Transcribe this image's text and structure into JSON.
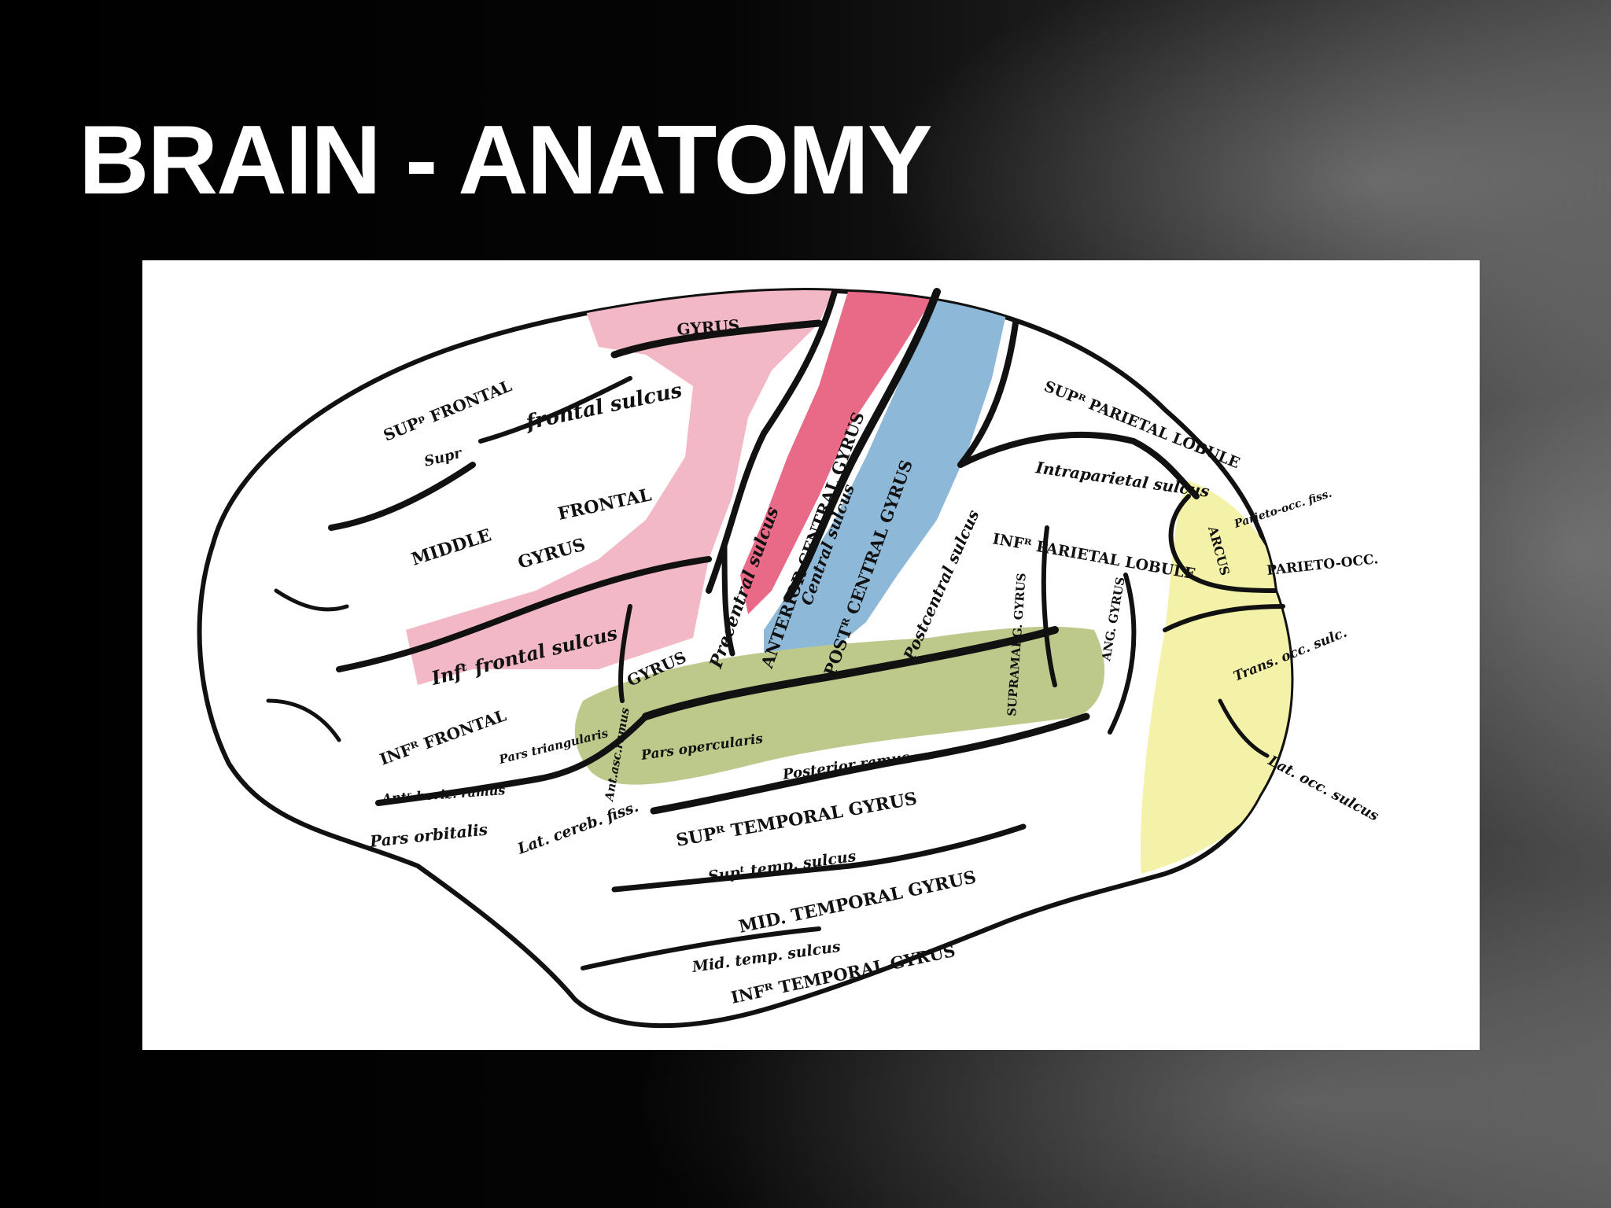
{
  "slide": {
    "title": "BRAIN - ANATOMY"
  },
  "colors": {
    "background": "#000000",
    "title": "#ffffff",
    "frontal_pink": "#f2b8c6",
    "precentral_red": "#e86a86",
    "postcentral_blue": "#8db8d8",
    "temporal_green": "#bcc98a",
    "occipital_yellow": "#f3f2a8"
  },
  "diagram": {
    "labels": {
      "gyrus_top": "GYRUS",
      "sup_frontal": "SUPᵖ FRONTAL",
      "sup_frontal_sulcus": "frontal sulcus",
      "supr": "Supr",
      "middle": "MIDDLE",
      "frontal": "FRONTAL",
      "gyrus_mid": "GYRUS",
      "inf_frontal_sulcus": "Infᵗ frontal sulcus",
      "inf_frontal": "INFᴿ FRONTAL",
      "gyrus_inf": "GYRUS",
      "pars_triangularis": "Pars triangularis",
      "pars_opercularis": "Pars opercularis",
      "ant_asc_ramus": "Ant.asc.ramus",
      "ant_horiz_ramus": "Antʳ horiz. ramus",
      "pars_orbitalis": "Pars orbitalis",
      "precentral_sulcus": "Precentral sulcus",
      "anterior_central_gyrus": "ANTERIOR CENTRAL GYRUS",
      "central_sulcus": "Central sulcus",
      "post_central_gyrus": "POSTᴿ CENTRAL GYRUS",
      "postcentral_sulcus": "Postcentral sulcus",
      "sup_parietal_lobule": "SUPᴿ PARIETAL LOBULE",
      "intraparietal_sulcus": "Intraparietal sulcus",
      "inf_parietal_lobule": "INFᴿ PARIETAL LOBULE",
      "supramarg_gyrus": "SUPRAMARG. GYRUS",
      "ang_gyrus": "ANG. GYRUS",
      "arcus": "ARCUS",
      "parieto_occ_fiss": "Parieto-occ. fiss.",
      "parieto_occ": "PARIETO-OCC.",
      "trans_occ_sulc": "Trans. occ. sulc.",
      "lat_occ_sulcus": "Lat. occ. sulcus",
      "posterior_ramus": "Posterior ramus",
      "lat_cereb_fiss": "Lat. cereb. fiss.",
      "sup_temporal_gyrus": "SUPᴿ TEMPORAL GYRUS",
      "sup_temp_sulcus": "Supᵗ temp. sulcus",
      "mid_temporal_gyrus": "MID. TEMPORAL GYRUS",
      "mid_temp_sulcus": "Mid. temp. sulcus",
      "inf_temporal_gyrus": "INFᴿ TEMPORAL GYRUS"
    }
  }
}
